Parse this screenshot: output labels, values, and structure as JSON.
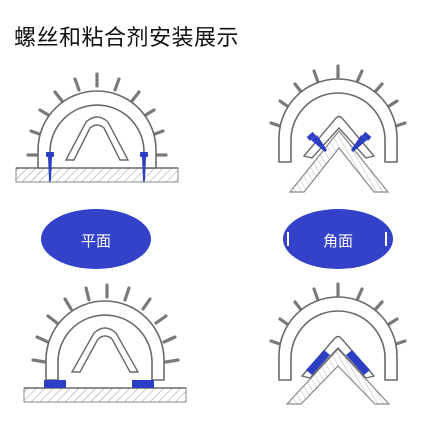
{
  "page": {
    "title": "螺丝和粘合剂安装展示"
  },
  "labels": {
    "flat": "平面",
    "corner": "角面"
  },
  "panels": [
    {
      "surface": "flat",
      "fixing": "screw"
    },
    {
      "surface": "corner",
      "fixing": "screw"
    },
    {
      "surface": "flat",
      "fixing": "adhesive"
    },
    {
      "surface": "corner",
      "fixing": "adhesive"
    }
  ],
  "colors": {
    "pill": "#3342c8",
    "fixing": "#2c3fc4",
    "outline": "#6a6a6a",
    "wall_hatch": "#8a8a8a",
    "bristle": "#7a7a7a"
  }
}
